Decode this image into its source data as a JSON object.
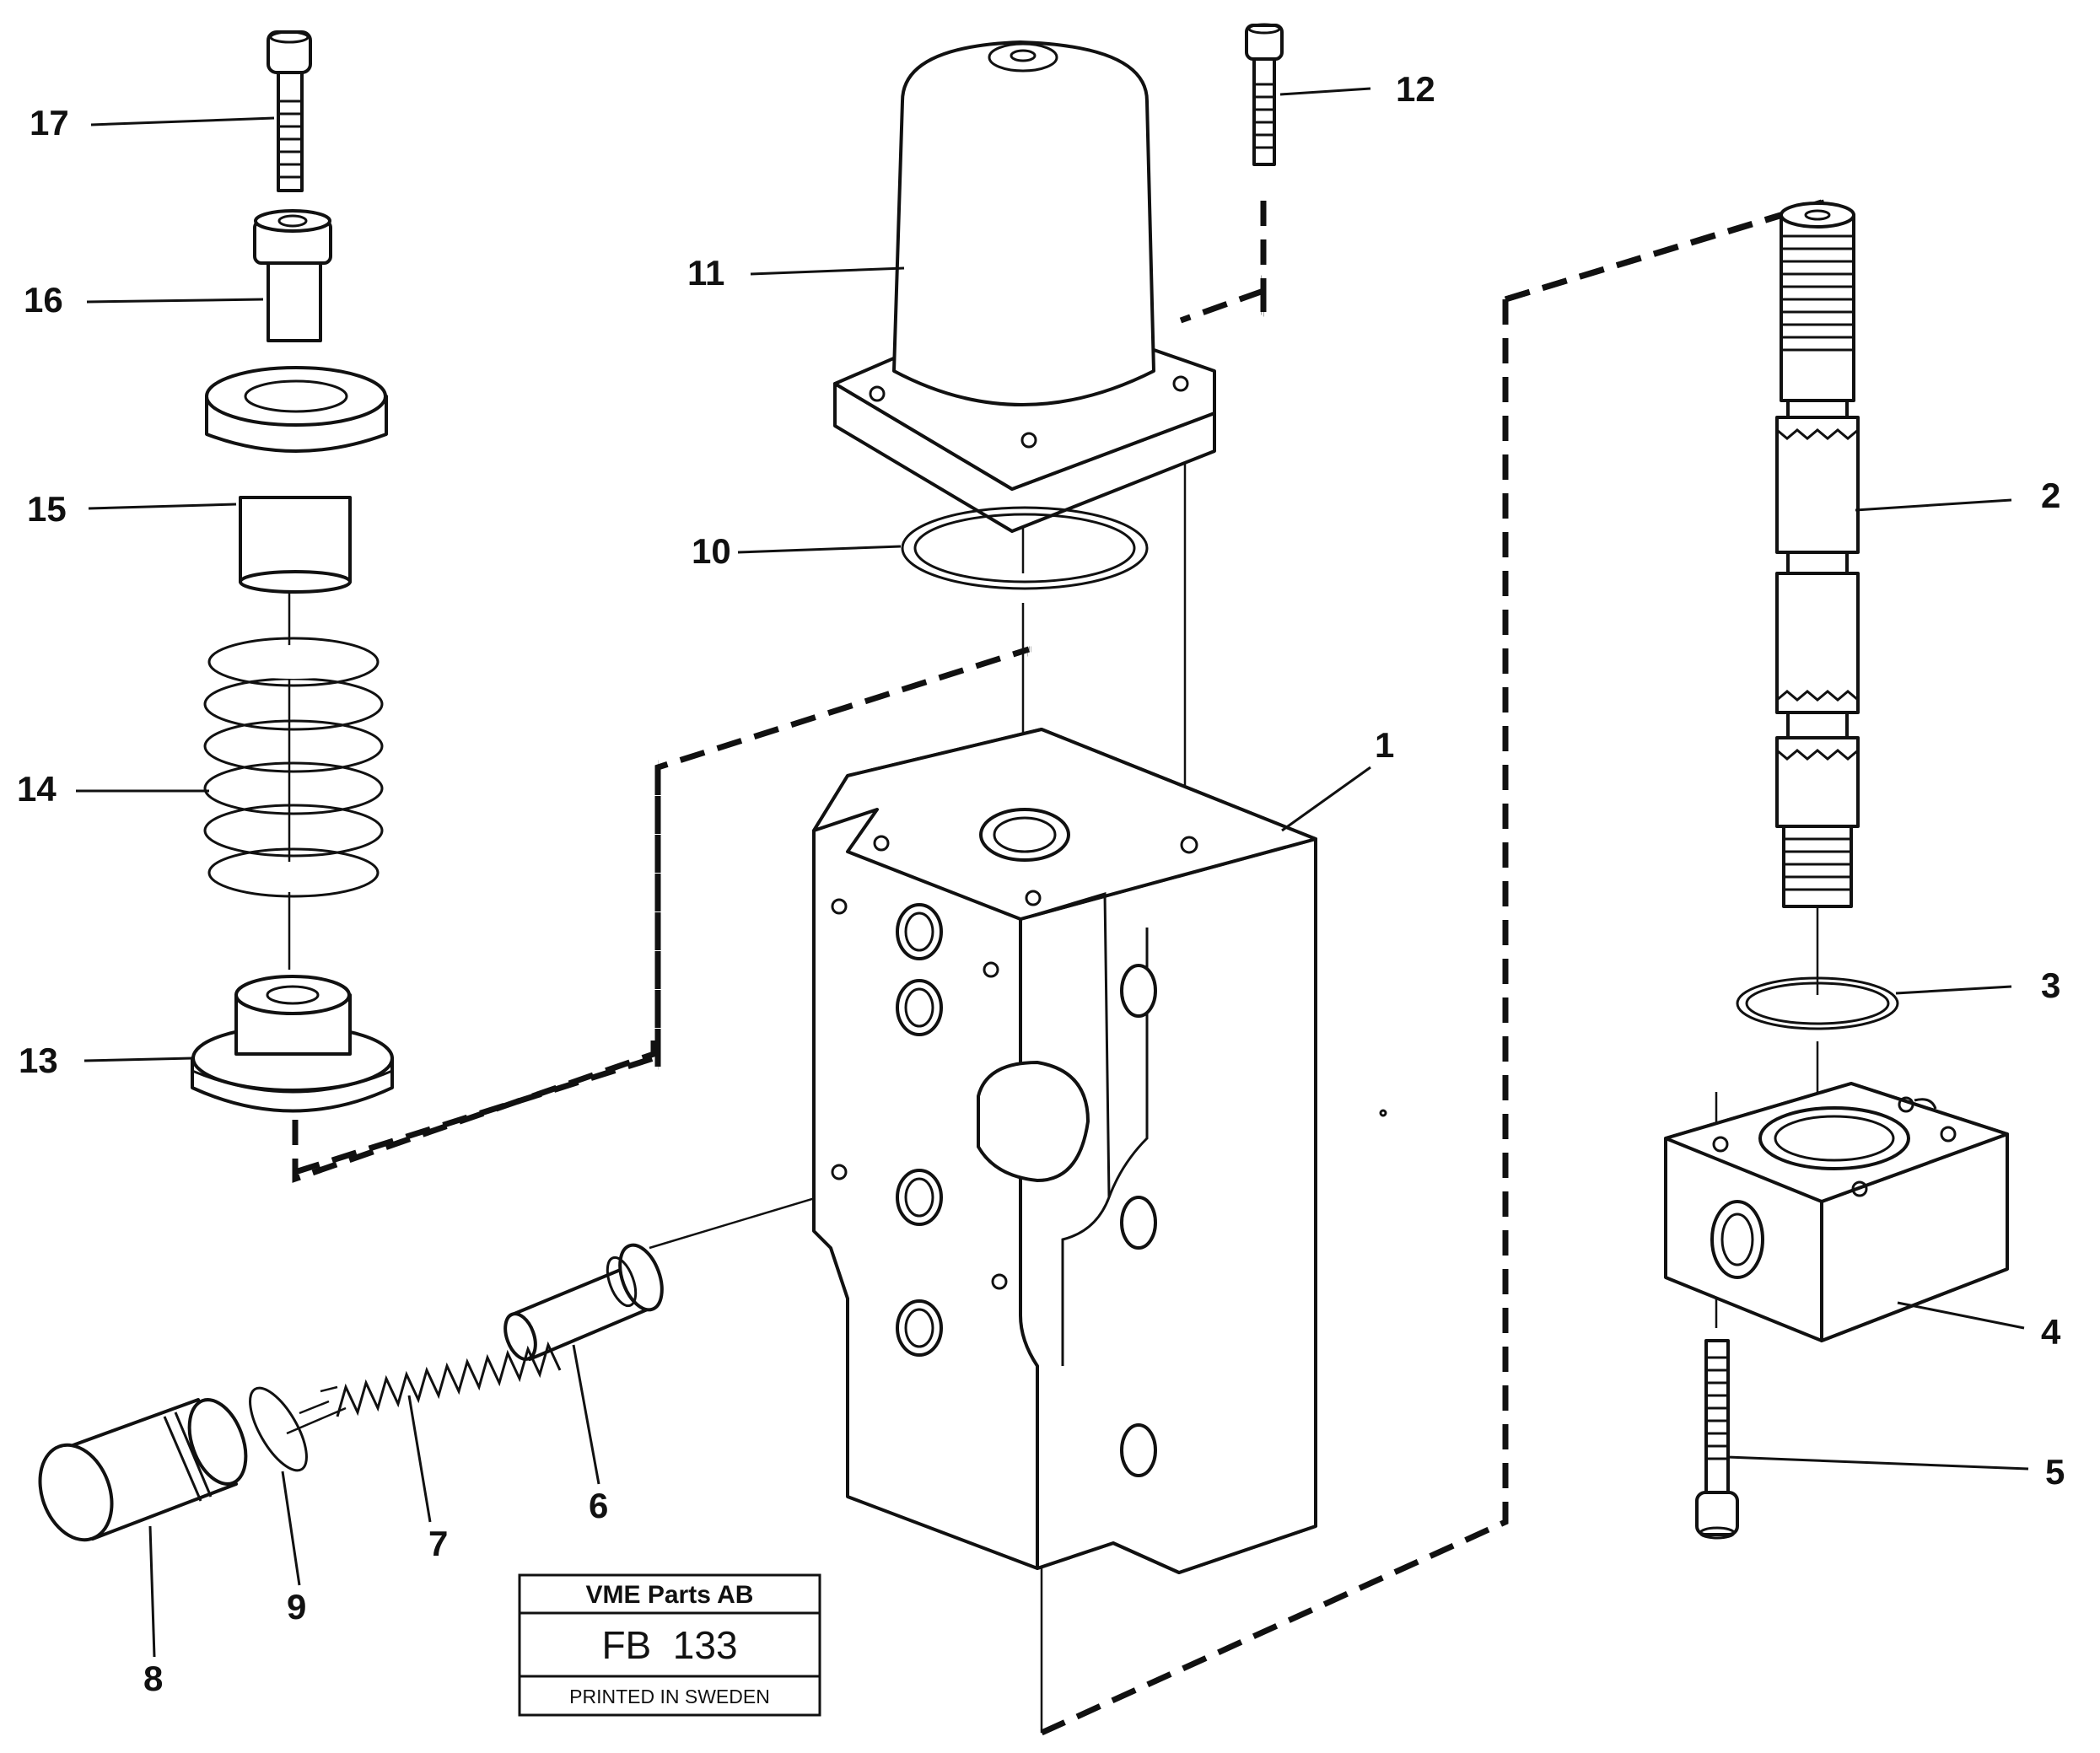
{
  "callouts": [
    {
      "id": "1",
      "text": "1"
    },
    {
      "id": "2",
      "text": "2"
    },
    {
      "id": "3",
      "text": "3"
    },
    {
      "id": "4",
      "text": "4"
    },
    {
      "id": "5",
      "text": "5"
    },
    {
      "id": "6",
      "text": "6"
    },
    {
      "id": "7",
      "text": "7"
    },
    {
      "id": "8",
      "text": "8"
    },
    {
      "id": "9",
      "text": "9"
    },
    {
      "id": "10",
      "text": "10"
    },
    {
      "id": "11",
      "text": "11"
    },
    {
      "id": "12",
      "text": "12"
    },
    {
      "id": "13",
      "text": "13"
    },
    {
      "id": "14",
      "text": "14"
    },
    {
      "id": "15",
      "text": "15"
    },
    {
      "id": "16",
      "text": "16"
    },
    {
      "id": "17",
      "text": "17"
    }
  ],
  "title_block": {
    "company": "VME Parts AB",
    "code": "FB  133",
    "printed": "PRINTED IN SWEDEN"
  }
}
